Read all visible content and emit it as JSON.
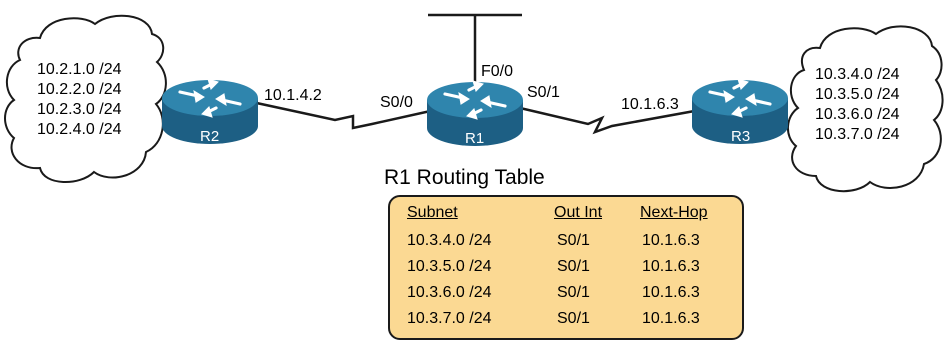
{
  "routers": {
    "r1": {
      "label": "R1"
    },
    "r2": {
      "label": "R2"
    },
    "r3": {
      "label": "R3"
    }
  },
  "interfaces": {
    "r1_f0_0": "F0/0",
    "r1_s0_0": "S0/0",
    "r1_s0_1": "S0/1",
    "r2_ip": "10.1.4.2",
    "r3_ip": "10.1.6.3"
  },
  "clouds": {
    "left": [
      "10.2.1.0 /24",
      "10.2.2.0 /24",
      "10.2.3.0 /24",
      "10.2.4.0 /24"
    ],
    "right": [
      "10.3.4.0 /24",
      "10.3.5.0 /24",
      "10.3.6.0 /24",
      "10.3.7.0 /24"
    ]
  },
  "routing_table": {
    "title": "R1 Routing Table",
    "headers": {
      "subnet": "Subnet",
      "out_int": "Out Int",
      "next_hop": "Next-Hop"
    },
    "rows": [
      {
        "subnet": "10.3.4.0 /24",
        "out_int": "S0/1",
        "next_hop": "10.1.6.3"
      },
      {
        "subnet": "10.3.5.0 /24",
        "out_int": "S0/1",
        "next_hop": "10.1.6.3"
      },
      {
        "subnet": "10.3.6.0 /24",
        "out_int": "S0/1",
        "next_hop": "10.1.6.3"
      },
      {
        "subnet": "10.3.7.0 /24",
        "out_int": "S0/1",
        "next_hop": "10.1.6.3"
      }
    ]
  },
  "colors": {
    "router_top": "#2f85ad",
    "router_side": "#1d5f84",
    "table_fill": "#fbd993",
    "line": "#1a1a1a"
  }
}
